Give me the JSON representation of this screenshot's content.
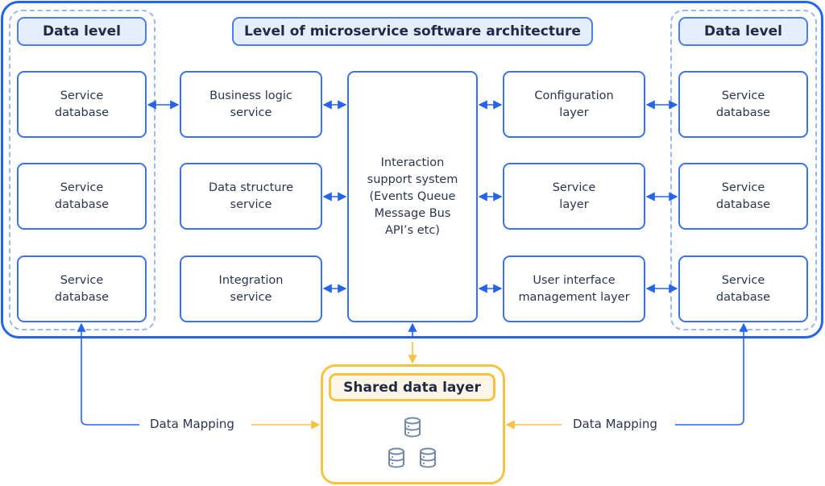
{
  "title": "Level of microservice software architecture",
  "left_column": {
    "header": "Data level",
    "items": [
      {
        "label": "Service\ndatabase"
      },
      {
        "label": "Service\ndatabase"
      },
      {
        "label": "Service\ndatabase"
      }
    ]
  },
  "right_column": {
    "header": "Data level",
    "items": [
      {
        "label": "Service\ndatabase"
      },
      {
        "label": "Service\ndatabase"
      },
      {
        "label": "Service\ndatabase"
      }
    ]
  },
  "left_services": [
    {
      "label": "Business logic\nservice"
    },
    {
      "label": "Data structure\nservice"
    },
    {
      "label": "Integration\nservice"
    }
  ],
  "center": {
    "label": "Interaction\nsupport system\n(Events Queue\nMessage Bus\nAPI’s etc)"
  },
  "right_services": [
    {
      "label": "Configuration\nlayer"
    },
    {
      "label": "Service\nlayer"
    },
    {
      "label": "User interface\nmanagement layer"
    }
  ],
  "shared": {
    "header": "Shared data layer",
    "icons": [
      "database-icon",
      "database-icon",
      "database-icon"
    ]
  },
  "mapping": {
    "left_label": "Data Mapping",
    "right_label": "Data Mapping"
  },
  "colors": {
    "primary": "#2463eb",
    "dashed": "#9bb7f5",
    "shared": "#f5c242",
    "icon": "#7388a8",
    "text": "#1f2a44"
  }
}
